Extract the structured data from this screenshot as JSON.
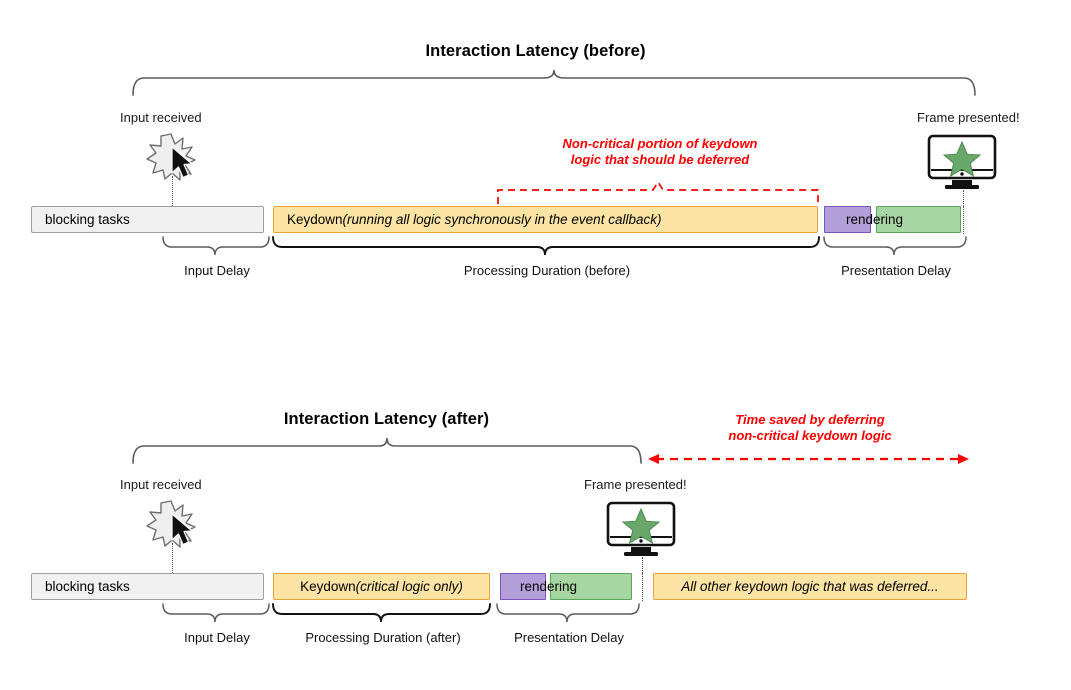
{
  "colors": {
    "blocking_fill": "#f1f1f1",
    "blocking_border": "#9e9e9e",
    "keydown_fill": "#fce4a4",
    "keydown_border": "#e8a33c",
    "rendering_purple_fill": "#b3a0d9",
    "rendering_purple_border": "#7c54c0",
    "rendering_green_fill": "#a8d6a2",
    "rendering_green_border": "#5aa659",
    "annotation_red": "#ff0000",
    "brace_gray": "#555555",
    "star_green": "#6aa76a"
  },
  "before": {
    "title": "Interaction Latency (before)",
    "input_label": "Input received",
    "frame_label": "Frame presented!",
    "red_note_line1": "Non-critical portion of keydown",
    "red_note_line2": "logic that should be deferred",
    "bars": [
      {
        "id": "blocking-tasks",
        "label": "blocking tasks",
        "style": "grey"
      },
      {
        "id": "keydown",
        "label": "Keydown ",
        "label_italic": "(running all logic synchronously in the event callback)",
        "style": "yellow"
      },
      {
        "id": "render-purple",
        "label": "",
        "style": "purple"
      },
      {
        "id": "render-green",
        "label": "",
        "style": "green"
      }
    ],
    "rendering_label": "rendering",
    "brace_labels": [
      "Input Delay",
      "Processing Duration (before)",
      "Presentation Delay"
    ]
  },
  "after": {
    "title": "Interaction Latency (after)",
    "input_label": "Input received",
    "frame_label": "Frame presented!",
    "red_note_line1": "Time saved by deferring",
    "red_note_line2": "non-critical keydown logic",
    "bars": [
      {
        "id": "blocking-tasks",
        "label": "blocking tasks",
        "style": "grey"
      },
      {
        "id": "keydown",
        "label": "Keydown ",
        "label_italic": "(critical logic only)",
        "style": "yellow"
      },
      {
        "id": "render-purple",
        "label": "",
        "style": "purple"
      },
      {
        "id": "render-green",
        "label": "",
        "style": "green"
      },
      {
        "id": "deferred",
        "label": "All other keydown logic that was deferred...",
        "style": "yellow"
      }
    ],
    "rendering_label": "rendering",
    "brace_labels": [
      "Input Delay",
      "Processing Duration (after)",
      "Presentation Delay"
    ]
  },
  "icons": {
    "input_burst": "burst-spark-icon",
    "cursor": "mouse-cursor-icon",
    "monitor": "monitor-icon",
    "star": "star-icon"
  },
  "chart_data": {
    "type": "timeline",
    "title": "Interaction latency before and after deferring non-critical keydown logic",
    "unit": "relative time (px along x-axis)",
    "tracks": [
      {
        "name": "before",
        "title": "Interaction Latency (before)",
        "latency_span": [
          133,
          975
        ],
        "segments": [
          {
            "label": "blocking tasks",
            "start": 31,
            "end": 264,
            "color": "#f1f1f1"
          },
          {
            "label": "Keydown (running all logic synchronously in the event callback)",
            "start": 273,
            "end": 818,
            "color": "#fce4a4"
          },
          {
            "label": "rendering (paint)",
            "start": 824,
            "end": 871,
            "color": "#b3a0d9"
          },
          {
            "label": "rendering (composite)",
            "start": 876,
            "end": 961,
            "color": "#a8d6a2"
          }
        ],
        "phases": [
          {
            "label": "Input Delay",
            "start": 164,
            "end": 268
          },
          {
            "label": "Processing Duration (before)",
            "start": 272,
            "end": 820
          },
          {
            "label": "Presentation Delay",
            "start": 824,
            "end": 969
          }
        ],
        "annotation": {
          "text": "Non-critical portion of keydown logic that should be deferred",
          "span": [
            497,
            822
          ],
          "color": "#ff0000"
        }
      },
      {
        "name": "after",
        "title": "Interaction Latency (after)",
        "latency_span": [
          133,
          643
        ],
        "segments": [
          {
            "label": "blocking tasks",
            "start": 31,
            "end": 264,
            "color": "#f1f1f1"
          },
          {
            "label": "Keydown (critical logic only)",
            "start": 273,
            "end": 490,
            "color": "#fce4a4"
          },
          {
            "label": "rendering (paint)",
            "start": 500,
            "end": 546,
            "color": "#b3a0d9"
          },
          {
            "label": "rendering (composite)",
            "start": 550,
            "end": 632,
            "color": "#a8d6a2"
          },
          {
            "label": "All other keydown logic that was deferred...",
            "start": 653,
            "end": 967,
            "color": "#fce4a4"
          }
        ],
        "phases": [
          {
            "label": "Input Delay",
            "start": 164,
            "end": 268
          },
          {
            "label": "Processing Duration (after)",
            "start": 272,
            "end": 492
          },
          {
            "label": "Presentation Delay",
            "start": 497,
            "end": 640
          }
        ],
        "annotation": {
          "text": "Time saved by deferring non-critical keydown logic",
          "span": [
            650,
            968
          ],
          "color": "#ff0000"
        }
      }
    ]
  }
}
